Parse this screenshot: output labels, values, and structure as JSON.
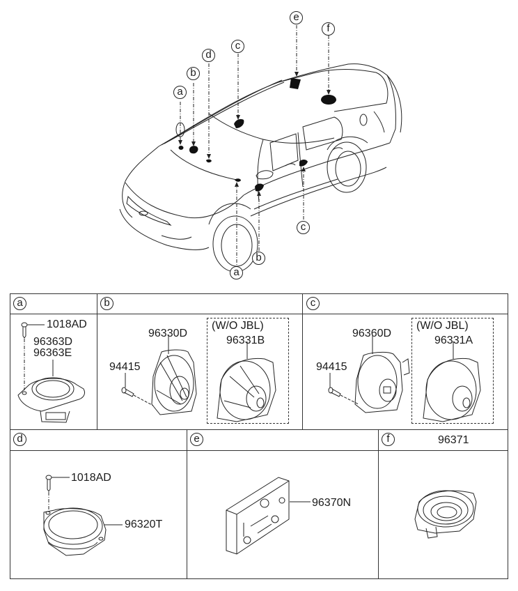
{
  "diagram": {
    "type": "parts-catalog-illustration",
    "subject": "audio speaker system location on sedan",
    "overview_callouts": [
      "a",
      "b",
      "c",
      "d",
      "e",
      "f",
      "c",
      "b",
      "a"
    ],
    "cells": [
      {
        "key": "a",
        "header_extra": "",
        "parts": [
          "1018AD",
          "96363D",
          "96363E"
        ],
        "variant_note": ""
      },
      {
        "key": "b",
        "header_extra": "",
        "parts": [
          "94415",
          "96330D"
        ],
        "variant_note": "(W/O JBL)",
        "variant_parts": [
          "96331B"
        ]
      },
      {
        "key": "c",
        "header_extra": "",
        "parts": [
          "94415",
          "96360D"
        ],
        "variant_note": "(W/O JBL)",
        "variant_parts": [
          "96331A"
        ]
      },
      {
        "key": "d",
        "header_extra": "",
        "parts": [
          "1018AD",
          "96320T"
        ],
        "variant_note": ""
      },
      {
        "key": "e",
        "header_extra": "",
        "parts": [
          "96370N"
        ],
        "variant_note": ""
      },
      {
        "key": "f",
        "header_extra": "96371",
        "parts": [],
        "variant_note": ""
      }
    ]
  },
  "colors": {
    "line": "#222222",
    "fill": "#111111",
    "background": "#ffffff"
  }
}
